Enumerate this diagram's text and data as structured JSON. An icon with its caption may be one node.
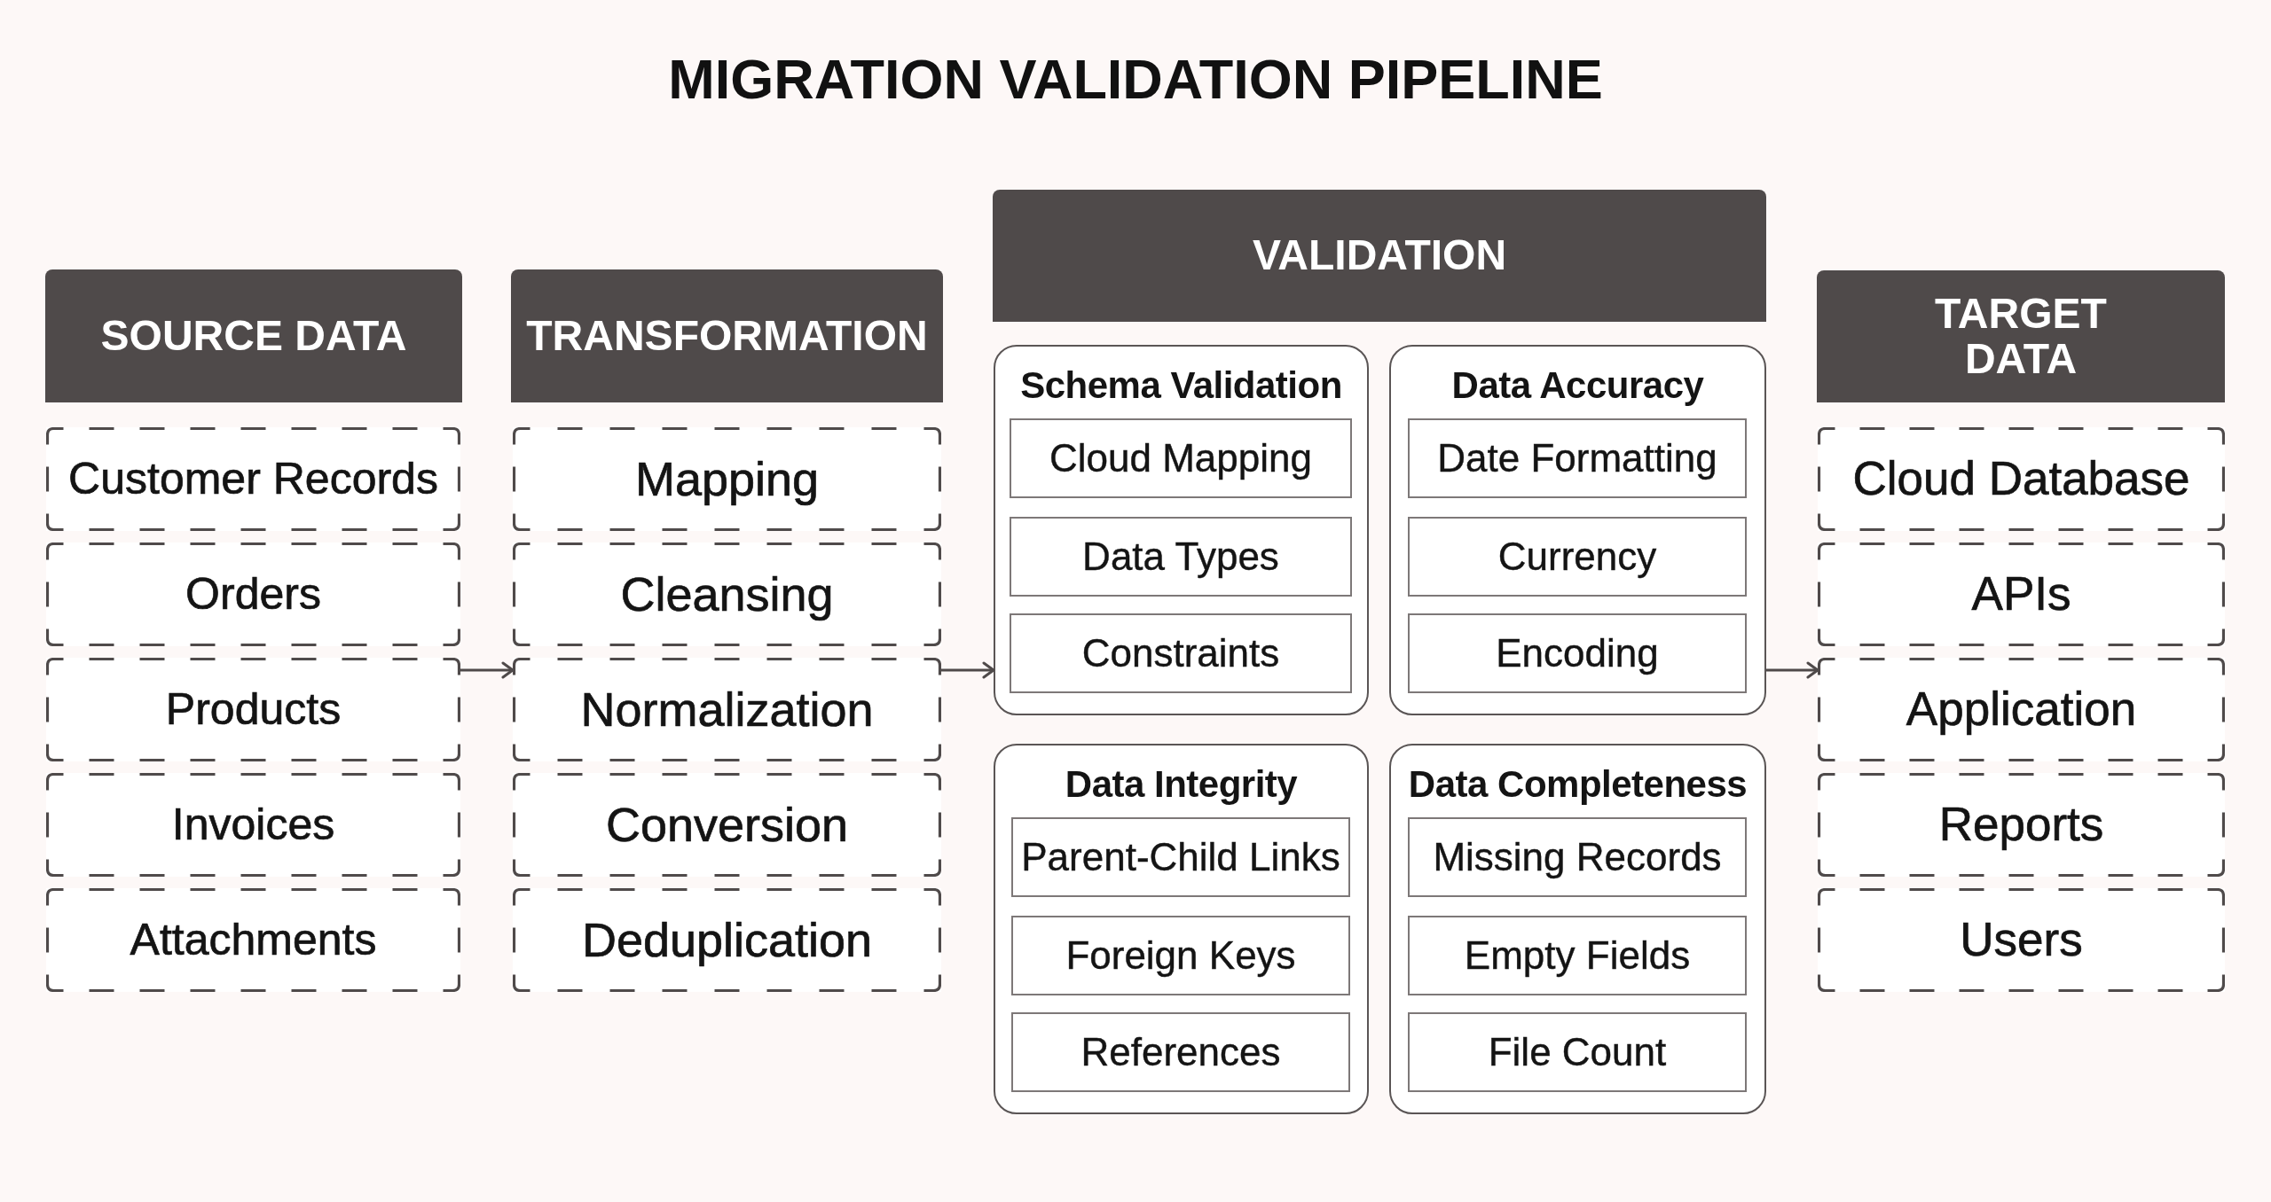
{
  "diagram": {
    "title": "MIGRATION VALIDATION PIPELINE",
    "nodes": [
      {
        "text": [
          "SOURCE DATA"
        ]
      },
      {
        "text": [
          "Customer Records"
        ]
      },
      {
        "text": [
          "Orders"
        ]
      },
      {
        "text": [
          "Products"
        ]
      },
      {
        "text": [
          "Invoices"
        ]
      },
      {
        "text": [
          "Attachments"
        ]
      },
      {
        "text": [
          "TRANSFORMATION"
        ]
      },
      {
        "text": [
          "Mapping"
        ]
      },
      {
        "text": [
          "Cleansing"
        ]
      },
      {
        "text": [
          "Normalization"
        ]
      },
      {
        "text": [
          "Conversion"
        ]
      },
      {
        "text": [
          "Deduplication"
        ]
      },
      {
        "text": [
          "VALIDATION"
        ]
      },
      {
        "text": [
          "Schema Validation"
        ]
      },
      {
        "text": [
          "Cloud Mapping"
        ],
        "in": 13
      },
      {
        "text": [
          "Data Types"
        ],
        "in": 13
      },
      {
        "text": [
          "Constraints"
        ],
        "in": 13
      },
      {
        "text": [
          "Data Accuracy"
        ]
      },
      {
        "text": [
          "Date Formatting"
        ],
        "in": 17
      },
      {
        "text": [
          "Currency"
        ],
        "in": 17
      },
      {
        "text": [
          "Encoding"
        ],
        "in": 17
      },
      {
        "text": [
          "Data Integrity"
        ]
      },
      {
        "text": [
          "Parent-Child Links"
        ],
        "in": 21
      },
      {
        "text": [
          "Foreign Keys"
        ],
        "in": 21
      },
      {
        "text": [
          "References"
        ],
        "in": 21
      },
      {
        "text": [
          "Data Completeness"
        ]
      },
      {
        "text": [
          "Missing Records"
        ],
        "in": 25
      },
      {
        "text": [
          "Empty Fields"
        ],
        "in": 25
      },
      {
        "text": [
          "File Count"
        ],
        "in": 25
      },
      {
        "text": [
          "TARGET DATA"
        ]
      },
      {
        "text": [
          "Cloud Database"
        ]
      },
      {
        "text": [
          "APIs"
        ]
      },
      {
        "text": [
          "Application"
        ]
      },
      {
        "text": [
          "Reports"
        ]
      },
      {
        "text": [
          "Users"
        ]
      }
    ],
    "edges": [
      {
        "from": 3,
        "to": 9,
        "arrow": "to"
      },
      {
        "from": 9,
        "to": 13,
        "arrow": "to"
      },
      {
        "from": 17,
        "to": 32,
        "arrow": "to"
      }
    ]
  }
}
